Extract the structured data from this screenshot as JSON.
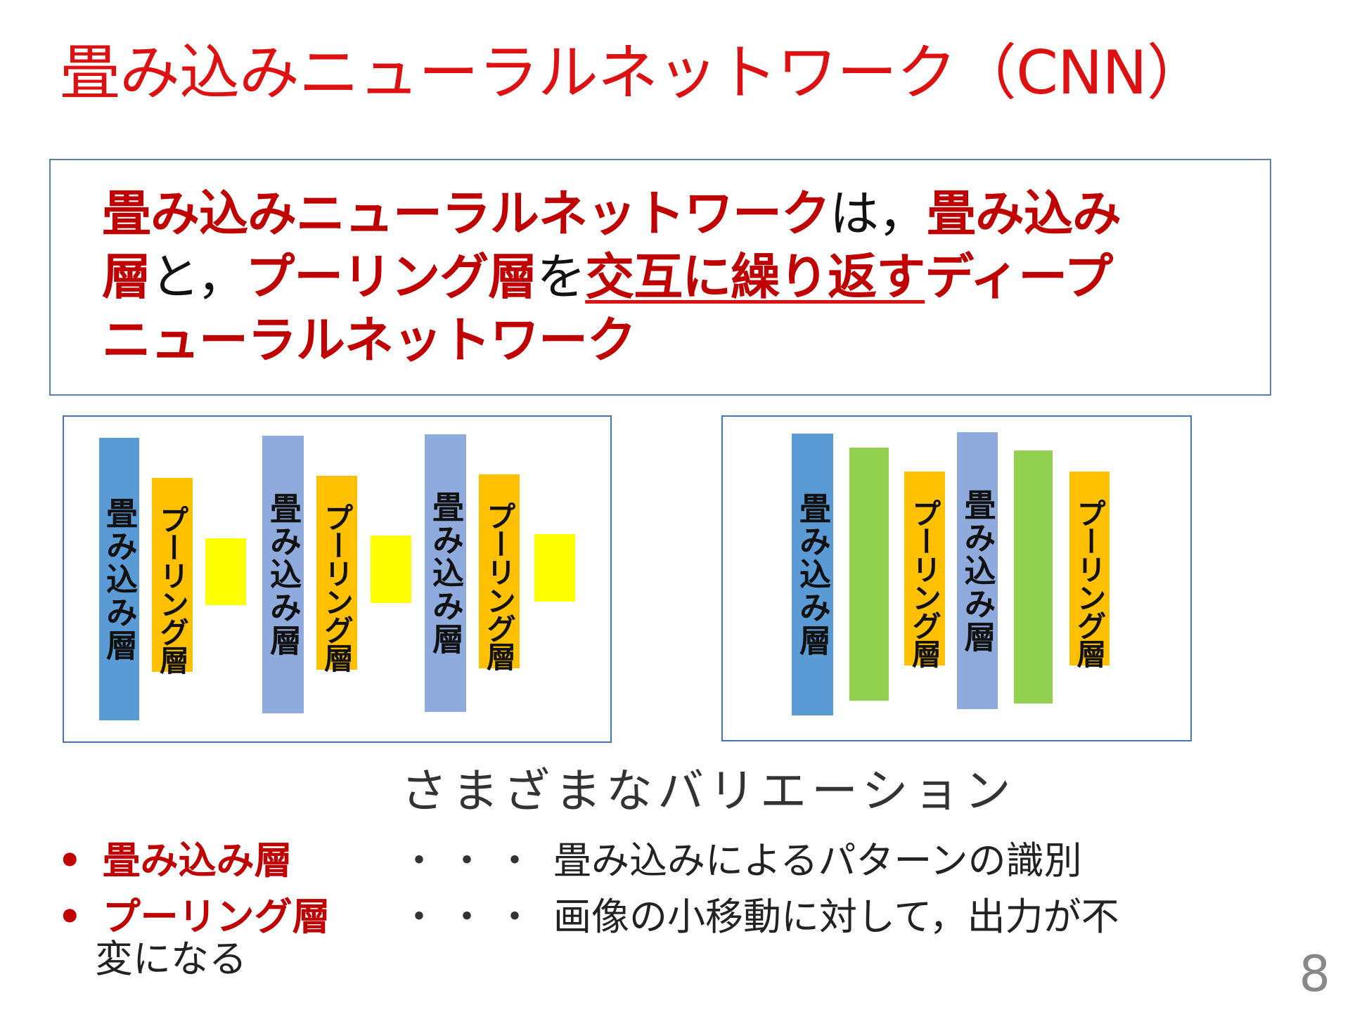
{
  "slide": {
    "title": "畳み込みニューラルネットワーク（CNN）",
    "definition": {
      "line1_a": "畳み込みニューラルネットワーク",
      "line1_b": "は，",
      "line1_c": "畳み込み",
      "line2_a": "層",
      "line2_b": "と，",
      "line2_c": "プーリング層",
      "line2_d": "を",
      "line2_e": "交互に繰り返す",
      "line2_f": "ディープ",
      "line3": "ニューラルネットワーク"
    },
    "diagram_labels": {
      "conv": "畳み込み層",
      "pool": "プーリング層"
    },
    "caption": "さまざまなバリエーション",
    "bullets": [
      {
        "marker": "•",
        "label": "畳み込み層",
        "dots": "・・・",
        "desc": "畳み込みによるパターンの識別"
      },
      {
        "marker": "•",
        "label": "プーリング層",
        "dots": "・・・",
        "desc": "画像の小移動に対して，出力が不",
        "desc_cont": "変になる"
      }
    ],
    "page_number": "8",
    "colors": {
      "title_red": "#dd1111",
      "emphasis_red": "#c00000",
      "conv_blue": "#5b9bd5",
      "conv_light_blue": "#8faadc",
      "pool_orange": "#ffc000",
      "yellow_block": "#ffff00",
      "green_block": "#92d050",
      "box_border": "#4472c4"
    }
  }
}
